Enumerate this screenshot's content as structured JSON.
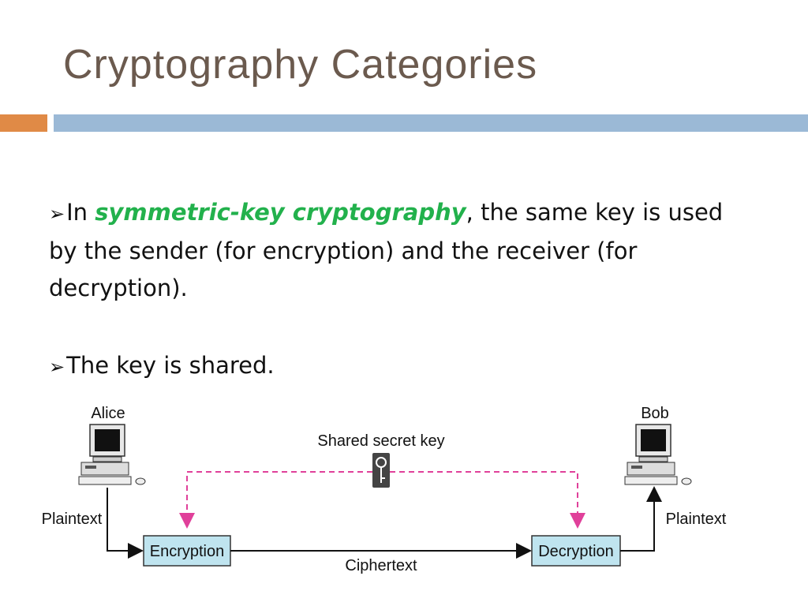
{
  "title": "Cryptography Categories",
  "bullet1": {
    "marker": "➢",
    "prefix": "In ",
    "emphasis": "symmetric-key cryptography",
    "emphasis_color": "#22b14c",
    "rest": ", the same key is used by the sender (for encryption)  and the receiver (for decryption)."
  },
  "bullet2": {
    "marker": "➢",
    "text": "The key is shared."
  },
  "diagram": {
    "sender": "Alice",
    "receiver": "Bob",
    "key_label": "Shared secret key",
    "plaintext_left": "Plaintext",
    "plaintext_right": "Plaintext",
    "encryption": "Encryption",
    "decryption": "Decryption",
    "ciphertext": "Ciphertext",
    "box_color": "#bfe4ef",
    "key_line_color": "#e0409a"
  },
  "colors": {
    "title": "#6b5a4e",
    "accent_orange": "#e08a46",
    "accent_blue": "#9bb9d6"
  }
}
